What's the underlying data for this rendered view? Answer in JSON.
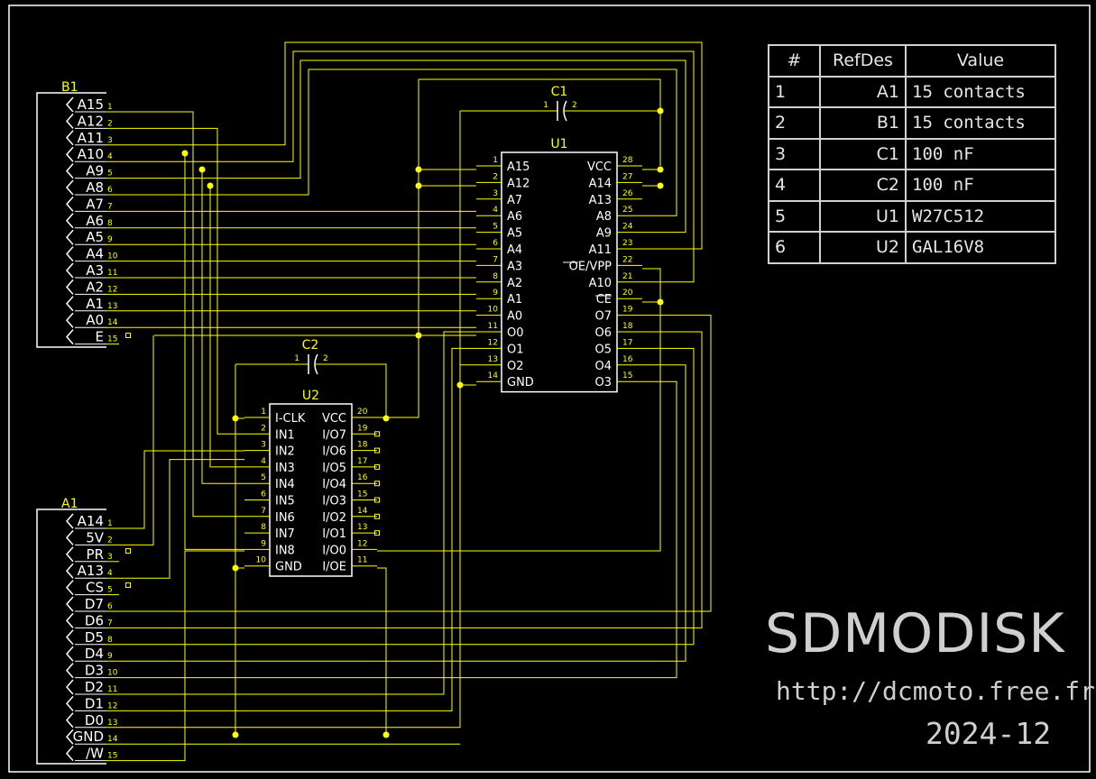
{
  "schematic": {
    "frame_color": "#ffffff",
    "wire_color": "#ffff00",
    "text_color": "#ffff00",
    "components": {
      "B1": {
        "refdes": "B1",
        "pins": [
          "A15",
          "A12",
          "A11",
          "A10",
          "A9",
          "A8",
          "A7",
          "A6",
          "A5",
          "A4",
          "A3",
          "A2",
          "A1",
          "A0",
          "E"
        ],
        "numbers": [
          "1",
          "2",
          "3",
          "4",
          "5",
          "6",
          "7",
          "8",
          "9",
          "10",
          "11",
          "12",
          "13",
          "14",
          "15"
        ]
      },
      "A1": {
        "refdes": "A1",
        "pins": [
          "A14",
          "5V",
          "PR",
          "A13",
          "CS",
          "D7",
          "D6",
          "D5",
          "D4",
          "D3",
          "D2",
          "D1",
          "D0",
          "GND",
          "/W"
        ],
        "numbers": [
          "1",
          "2",
          "3",
          "4",
          "5",
          "6",
          "7",
          "8",
          "9",
          "10",
          "11",
          "12",
          "13",
          "14",
          "15"
        ]
      },
      "U1": {
        "refdes": "U1",
        "left_pins": [
          "A15",
          "A12",
          "A7",
          "A6",
          "A5",
          "A4",
          "A3",
          "A2",
          "A1",
          "A0",
          "O0",
          "O1",
          "O2",
          "GND"
        ],
        "left_numbers": [
          "1",
          "2",
          "3",
          "4",
          "5",
          "6",
          "7",
          "8",
          "9",
          "10",
          "11",
          "12",
          "13",
          "14"
        ],
        "right_pins": [
          "VCC",
          "A14",
          "A13",
          "A8",
          "A9",
          "A11",
          "OE/VPP",
          "A10",
          "CE",
          "O7",
          "O6",
          "O5",
          "O4",
          "O3"
        ],
        "right_numbers": [
          "28",
          "27",
          "26",
          "25",
          "24",
          "23",
          "22",
          "21",
          "20",
          "19",
          "18",
          "17",
          "16",
          "15"
        ]
      },
      "U2": {
        "refdes": "U2",
        "left_pins": [
          "I-CLK",
          "IN1",
          "IN2",
          "IN3",
          "IN4",
          "IN5",
          "IN6",
          "IN7",
          "IN8",
          "GND"
        ],
        "left_numbers": [
          "1",
          "2",
          "3",
          "4",
          "5",
          "6",
          "7",
          "8",
          "9",
          "10"
        ],
        "right_pins": [
          "VCC",
          "I/O7",
          "I/O6",
          "I/O5",
          "I/O4",
          "I/O3",
          "I/O2",
          "I/O1",
          "I/O0",
          "I/OE"
        ],
        "right_numbers": [
          "20",
          "19",
          "18",
          "17",
          "16",
          "15",
          "14",
          "13",
          "12",
          "11"
        ]
      },
      "C1": {
        "refdes": "C1",
        "pin1": "1",
        "pin2": "2"
      },
      "C2": {
        "refdes": "C2",
        "pin1": "1",
        "pin2": "2"
      }
    }
  },
  "bom": {
    "headers": [
      "#",
      "RefDes",
      "Value"
    ],
    "rows": [
      [
        "1",
        "A1",
        "15 contacts"
      ],
      [
        "2",
        "B1",
        "15 contacts"
      ],
      [
        "3",
        "C1",
        "100 nF"
      ],
      [
        "4",
        "C2",
        "100 nF"
      ],
      [
        "5",
        "U1",
        "W27C512"
      ],
      [
        "6",
        "U2",
        "GAL16V8"
      ]
    ]
  },
  "title_block": {
    "title": "SDMODISK",
    "url": "http://dcmoto.free.fr",
    "date": "2024-12"
  }
}
